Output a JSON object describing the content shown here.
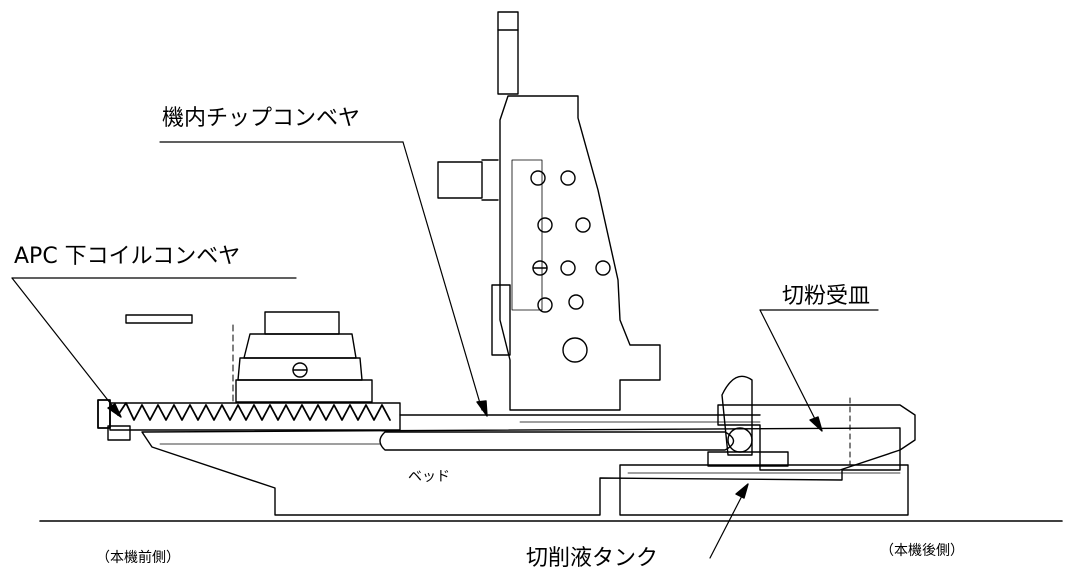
{
  "labels": {
    "inner_chip_conveyor": "機内チップコンベヤ",
    "apc_lower_coil_conveyor": "APC 下コイルコンベヤ",
    "chip_tray": "切粉受皿",
    "bed": "ベッド",
    "coolant_tank": "切削液タンク",
    "machine_front": "（本機前側）",
    "machine_rear": "（本機後側）"
  }
}
